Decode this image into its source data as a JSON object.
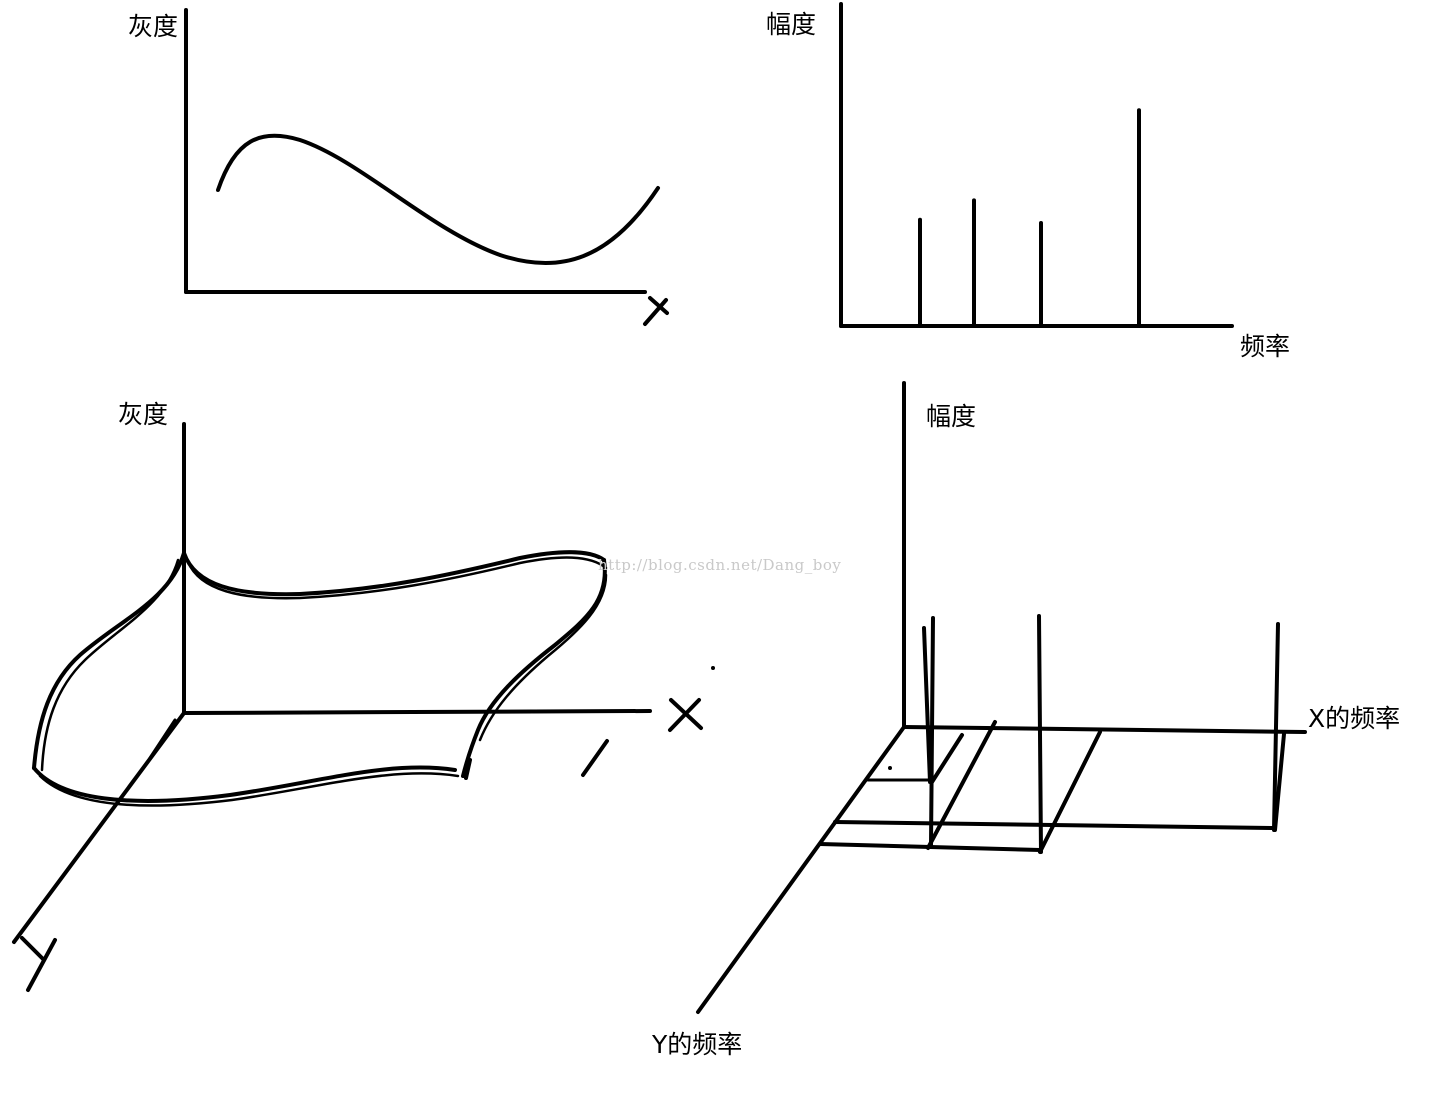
{
  "labels": {
    "p1_ylabel": "灰度",
    "p2_ylabel": "幅度",
    "p2_xlabel": "频率",
    "p3_ylabel": "灰度",
    "p4_ylabel": "幅度",
    "p4_xlabel": "X的频率",
    "p4_ylabel2": "Y的频率"
  },
  "watermark": "http://blog.csdn.net/Dang_boy",
  "chart_data": {
    "type": "bar",
    "title": "",
    "xlabel": "频率",
    "ylabel": "幅度",
    "series": [
      {
        "values": [
          0.33,
          0.39,
          0.32,
          0.67
        ]
      }
    ],
    "ylim": [
      0,
      1
    ]
  }
}
